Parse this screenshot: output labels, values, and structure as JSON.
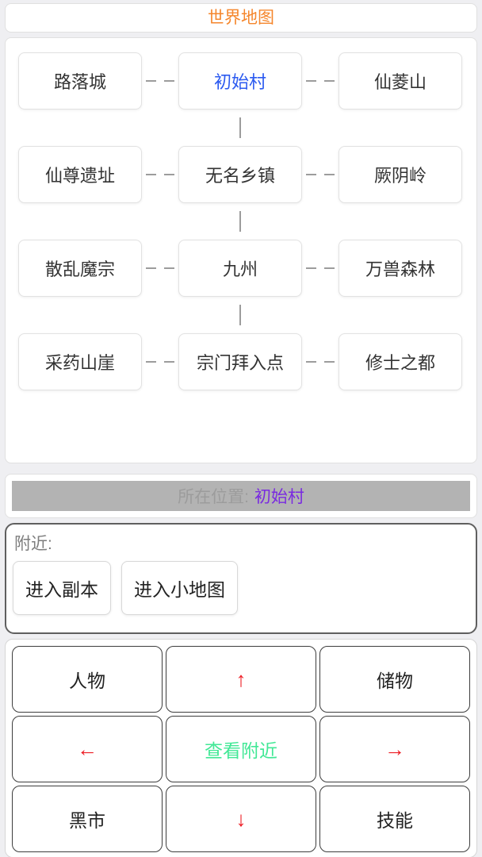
{
  "header": {
    "title": "世界地图"
  },
  "map": {
    "rows": [
      {
        "cells": [
          {
            "label": "路落城"
          },
          {
            "label": "初始村",
            "current": true
          },
          {
            "label": "仙菱山"
          }
        ]
      },
      {
        "cells": [
          {
            "label": "仙尊遗址"
          },
          {
            "label": "无名乡镇"
          },
          {
            "label": "厥阴岭"
          }
        ]
      },
      {
        "cells": [
          {
            "label": "散乱魔宗"
          },
          {
            "label": "九州"
          },
          {
            "label": "万兽森林"
          }
        ]
      },
      {
        "cells": [
          {
            "label": "采药山崖"
          },
          {
            "label": "宗门拜入点"
          },
          {
            "label": "修士之都"
          }
        ]
      }
    ]
  },
  "location": {
    "label": "所在位置:",
    "value": "初始村"
  },
  "nearby": {
    "label": "附近:",
    "buttons": [
      "进入副本",
      "进入小地图"
    ]
  },
  "controls": {
    "grid": [
      [
        "人物",
        "↑",
        "储物"
      ],
      [
        "←",
        "查看附近",
        "→"
      ],
      [
        "黑市",
        "↓",
        "技能"
      ]
    ]
  },
  "colors": {
    "title": "#f5862c",
    "current_map_node": "#2b5af0",
    "location_value": "#7a2be0",
    "arrow_red": "#ed1c24",
    "view_nearby_green": "#42e896",
    "location_bar_bg": "#b3b3b3"
  }
}
